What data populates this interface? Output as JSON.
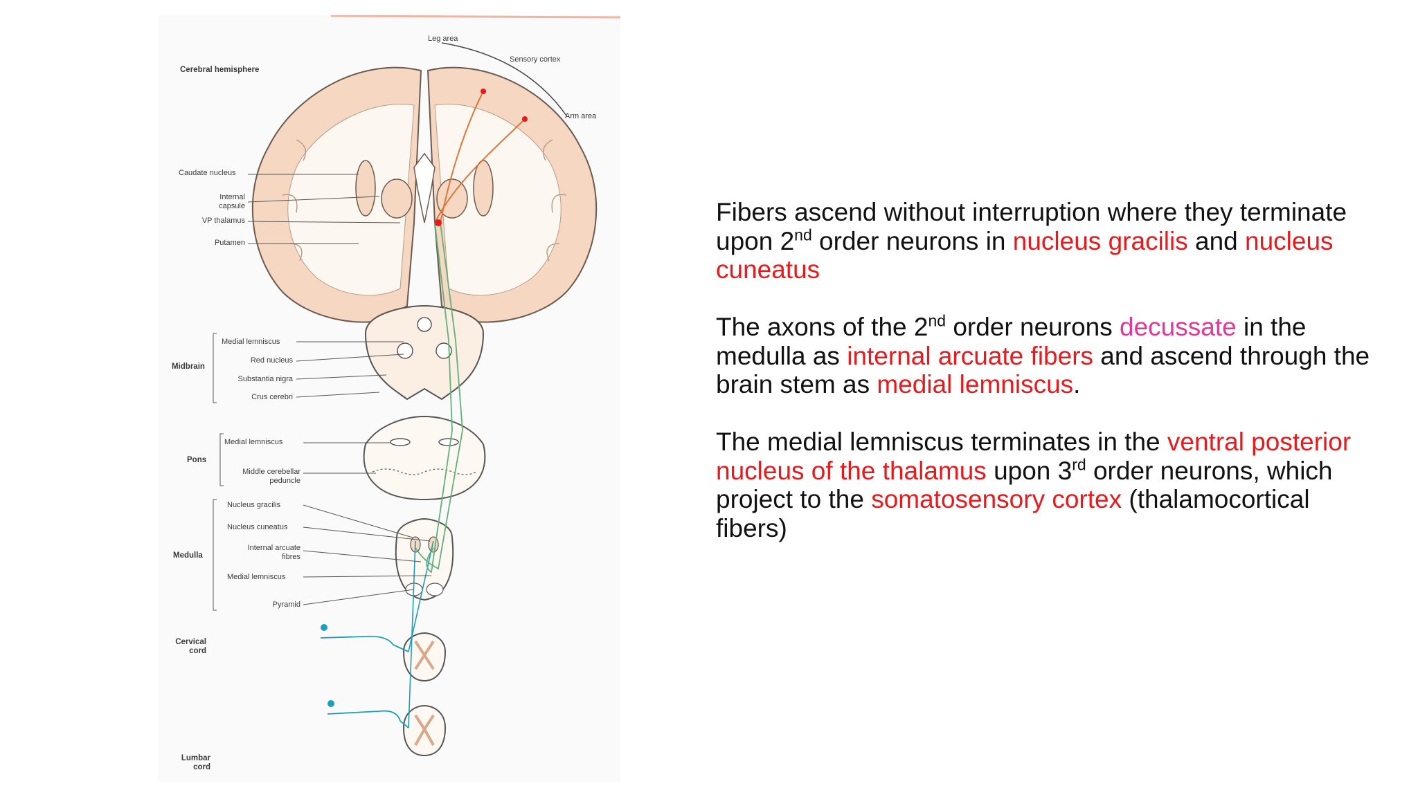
{
  "diagram": {
    "labels": {
      "leg_area": "Leg area",
      "sensory_cortex": "Sensory cortex",
      "arm_area": "Arm area",
      "cerebral_hemisphere": "Cerebral hemisphere",
      "caudate_nucleus": "Caudate nucleus",
      "internal_capsule_1": "Internal",
      "internal_capsule_2": "capsule",
      "vp_thalamus": "VP thalamus",
      "putamen": "Putamen",
      "midbrain": "Midbrain",
      "midbrain_medial_lemniscus": "Medial lemniscus",
      "red_nucleus": "Red nucleus",
      "substantia_nigra": "Substantia nigra",
      "crus_cerebri": "Crus cerebri",
      "pons": "Pons",
      "pons_medial_lemniscus": "Medial lemniscus",
      "middle_cerebellar_1": "Middle cerebellar",
      "middle_cerebellar_2": "peduncle",
      "medulla": "Medulla",
      "nucleus_gracilis": "Nucleus gracilis",
      "nucleus_cuneatus": "Nucleus cuneatus",
      "internal_arcuate_1": "Internal arcuate",
      "internal_arcuate_2": "fibres",
      "medulla_medial_lemniscus": "Medial lemniscus",
      "pyramid": "Pyramid",
      "cervical_1": "Cervical",
      "cervical_2": "cord",
      "lumbar_1": "Lumbar",
      "lumbar_2": "cord"
    },
    "colors": {
      "cortex_fill": "#f6d7c2",
      "outline": "#555555",
      "pathway_green": "#5fb07a",
      "pathway_cyan": "#1a9fb8",
      "thalamocortical": "#d9783a",
      "accent_red": "#e8191c",
      "accent_pink": "#e0389a"
    }
  },
  "text": {
    "p1": {
      "a": "Fibers ascend without interruption where they terminate upon 2",
      "sup": "nd",
      "b": " order neurons in ",
      "hl1": "nucleus gracilis",
      "c": " and ",
      "hl2": "nucleus cuneatus"
    },
    "p2": {
      "a": "The axons of the 2",
      "sup": "nd",
      "b": " order neurons ",
      "hl_pink": "decussate",
      "c": " in the medulla as ",
      "hl1": "internal arcuate fibers",
      "d": " and ascend through the brain stem as ",
      "hl2": "medial lemniscus",
      "e": "."
    },
    "p3": {
      "a": "The medial lemniscus terminates in the ",
      "hl1": "ventral posterior nucleus of the thalamus",
      "b": " upon 3",
      "sup": "rd",
      "c": " order neurons, which project to the ",
      "hl2": "somatosensory cortex",
      "d": " (thalamocortical fibers)"
    }
  }
}
